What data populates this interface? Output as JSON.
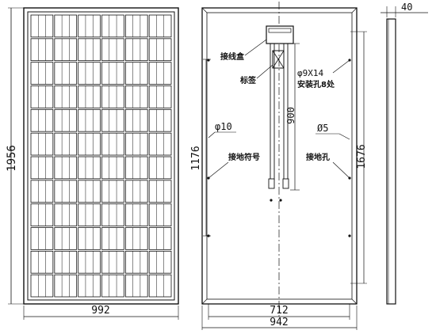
{
  "front_view": {
    "height_dim": "1956",
    "width_dim": "992",
    "cell_columns": 6,
    "cell_rows": 12
  },
  "back_view": {
    "junction_box_label": "接线盒",
    "tag_label": "标签",
    "mount_hole_dim": "φ9X14",
    "mount_hole_note": "安装孔8处",
    "hole_10_dim": "φ10",
    "hole_5_dim": "Ø5",
    "ground_symbol_label": "接地符号",
    "ground_hole_label": "接地孔",
    "cable_length_dim": "900",
    "left_holes_dim": "1176",
    "right_holes_dim": "1676",
    "inner_width_dim": "712",
    "outer_width_dim": "942"
  },
  "side_view": {
    "thickness_dim": "40"
  }
}
